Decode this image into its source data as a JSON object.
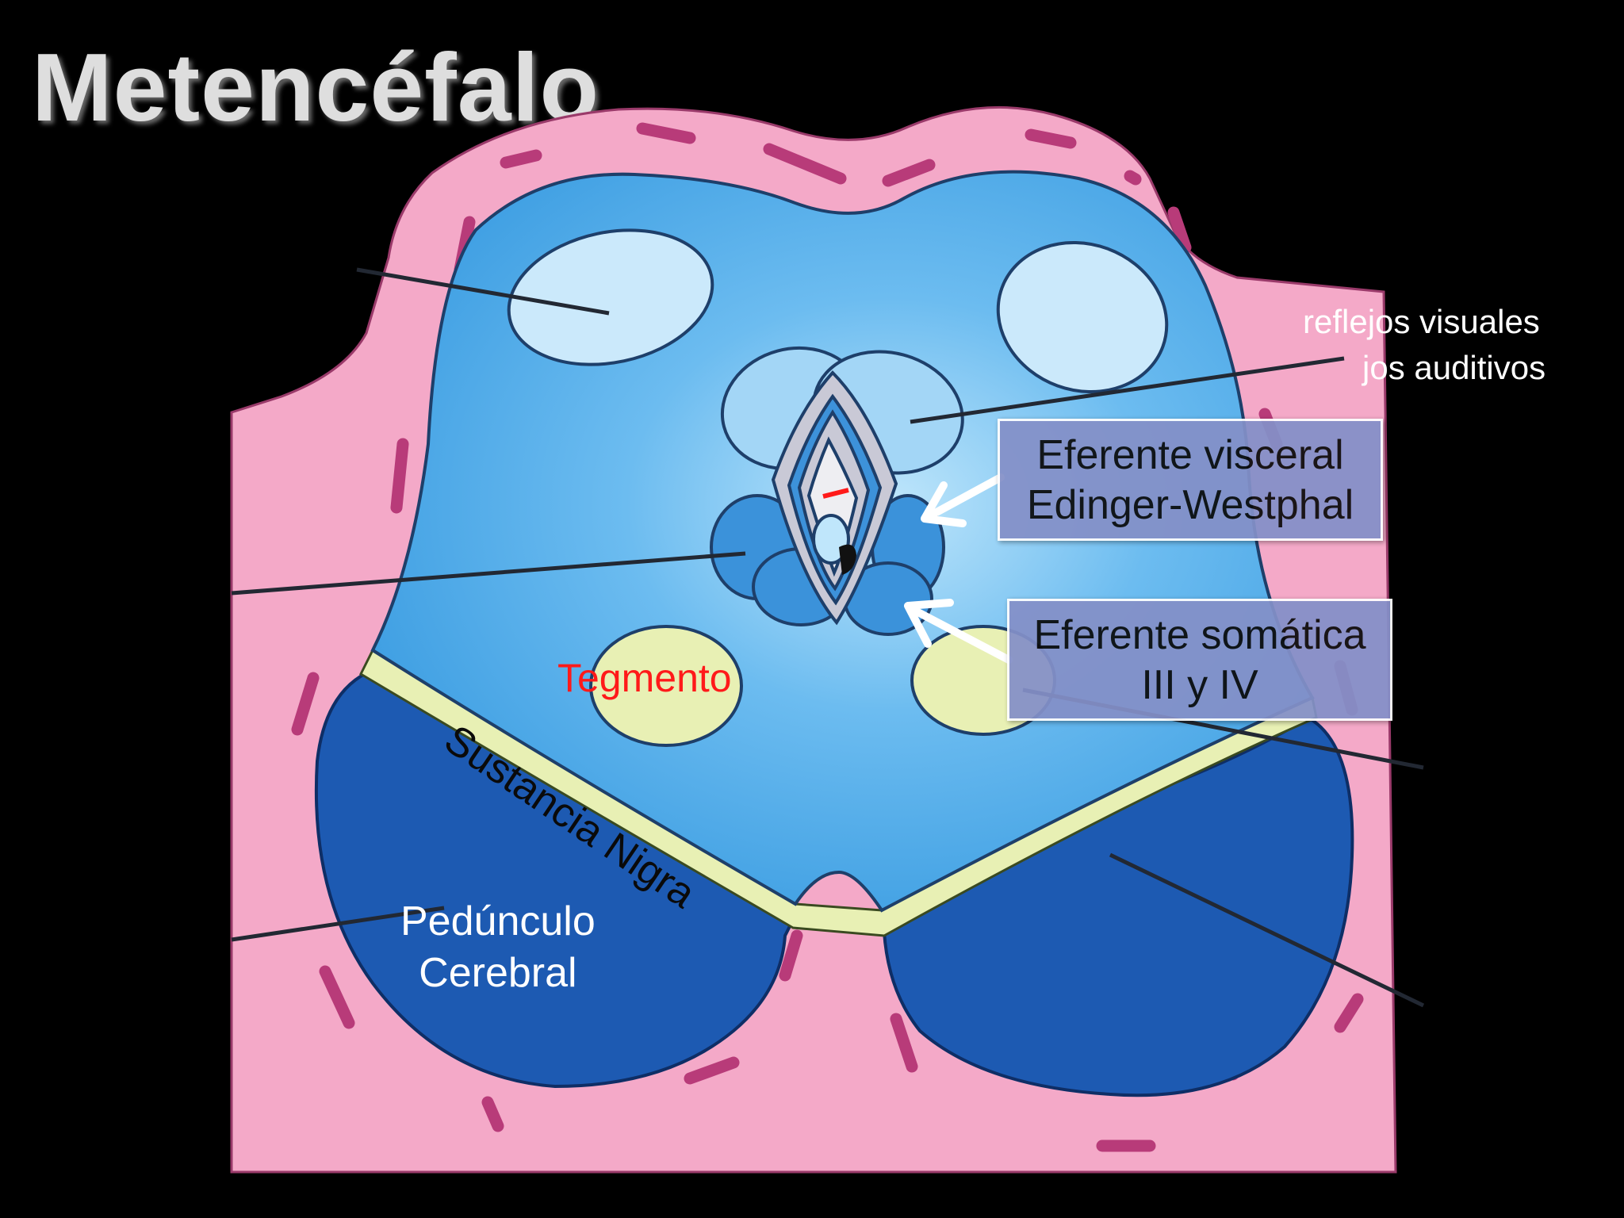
{
  "slide": {
    "title": "Metencéfalo",
    "labels": {
      "reflejos_visuales": "reflejos visuales",
      "reflejos_auditivos": "jos auditivos",
      "tegmento": "Tegmento",
      "sustancia_nigra": "Sustancia Nigra",
      "pedunculo_line1": "Pedúnculo",
      "pedunculo_line2": "Cerebral"
    },
    "callouts": {
      "visceral": {
        "line1": "Eferente visceral",
        "line2": "Edinger-Westphal"
      },
      "somatica": {
        "line1": "Eferente somática",
        "line2": "III y IV"
      }
    }
  },
  "colors": {
    "background": "#000000",
    "tissue": "#f4a9c8",
    "vessel": "#b83b79",
    "tegmentum": "#42a7e6",
    "peduncle": "#1d5ab2",
    "nigra": "#e8f0b4",
    "callout": "#8490c8",
    "tegmento_text": "#ff1a1a"
  }
}
